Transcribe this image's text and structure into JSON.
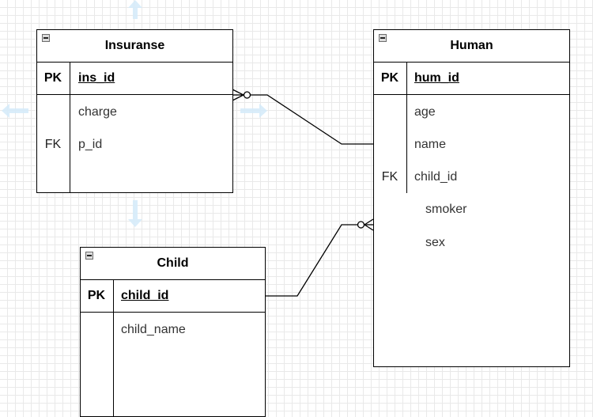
{
  "entities": {
    "insurance": {
      "title": "Insuranse",
      "pk": {
        "key": "PK",
        "name": "ins_id"
      },
      "rows": [
        {
          "key": "",
          "name": "charge"
        },
        {
          "key": "FK",
          "name": "p_id"
        }
      ]
    },
    "human": {
      "title": "Human",
      "pk": {
        "key": "PK",
        "name": "hum_id"
      },
      "rows": [
        {
          "key": "",
          "name": "age"
        },
        {
          "key": "",
          "name": "name"
        },
        {
          "key": "FK",
          "name": "child_id"
        }
      ],
      "extra_rows": [
        "smoker",
        "sex"
      ]
    },
    "child": {
      "title": "Child",
      "pk": {
        "key": "PK",
        "name": "child_id"
      },
      "rows": [
        {
          "key": "",
          "name": "child_name"
        }
      ]
    }
  },
  "relationships": [
    {
      "from": "insurance.ins_id",
      "to": "human.name",
      "notation": "zero-or-many"
    },
    {
      "from": "child.child_id",
      "to": "human.smoker",
      "notation": "zero-or-many"
    }
  ],
  "colors": {
    "grid": "#e9e9e9",
    "border": "#000000",
    "hint_arrow": "#d6ecfa"
  },
  "icons": [
    "collapse-icon",
    "arrow-up-icon",
    "arrow-left-icon",
    "arrow-right-icon",
    "arrow-down-icon"
  ]
}
